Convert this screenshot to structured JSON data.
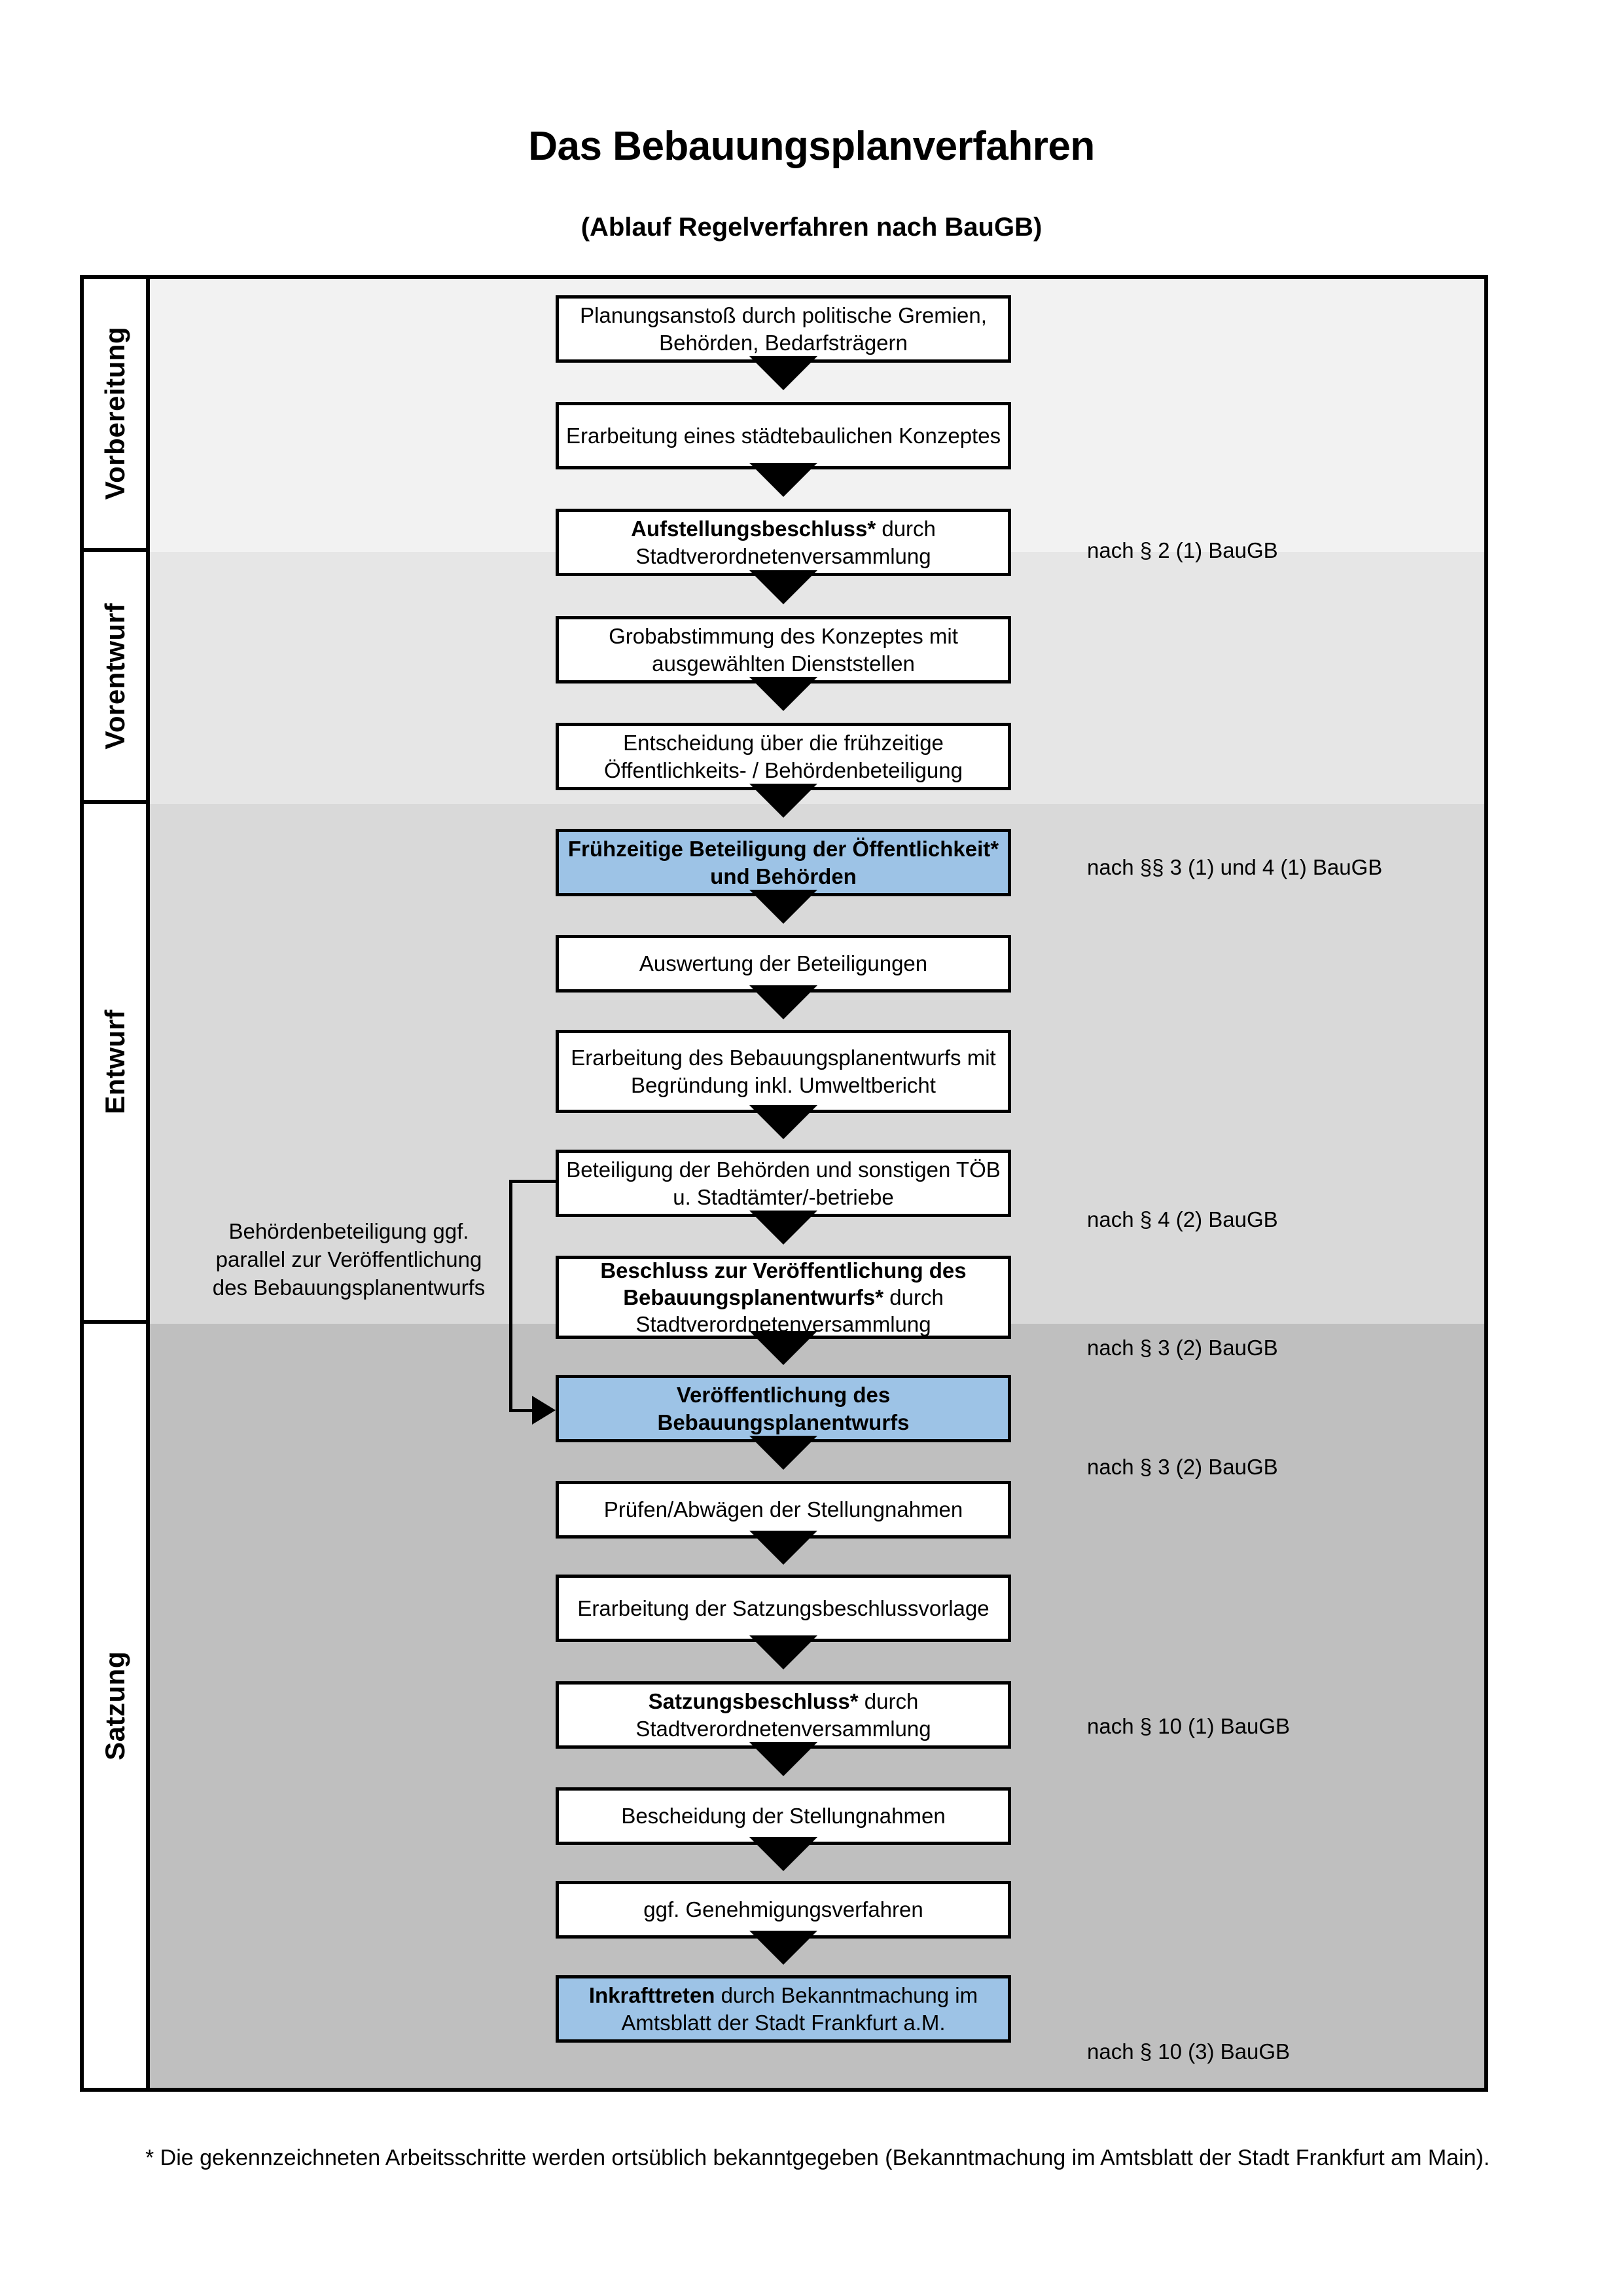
{
  "header": {
    "title": "Das Bebauungsplanverfahren",
    "subtitle": "(Ablauf Regelverfahren nach BauGB)"
  },
  "colors": {
    "highlight_box": "#9DC3E6",
    "band_vorbereitung": "#F2F2F2",
    "band_vorentwurf": "#E6E6E6",
    "band_entwurf": "#D9D9D9",
    "band_satzung": "#BFBFBF",
    "border": "#000000"
  },
  "phases": [
    {
      "label": "Vorbereitung"
    },
    {
      "label": "Vorentwurf"
    },
    {
      "label": "Entwurf"
    },
    {
      "label": "Satzung"
    }
  ],
  "steps": [
    {
      "id": "s1",
      "text": "Planungsanstoß durch politische Gremien, Behörden, Bedarfsträgern",
      "bold": "",
      "rest": "Planungsanstoß durch politische Gremien, Behörden, Bedarfsträgern",
      "highlighted": false
    },
    {
      "id": "s2",
      "text": "Erarbeitung eines städtebaulichen Konzeptes",
      "bold": "",
      "rest": "Erarbeitung eines städtebaulichen Konzeptes",
      "highlighted": false
    },
    {
      "id": "s3",
      "text": "Aufstellungsbeschluss* durch Stadtverordnetenversammlung",
      "bold": "Aufstellungsbeschluss*",
      "rest": " durch Stadtverordnetenversammlung",
      "highlighted": false
    },
    {
      "id": "s4",
      "text": "Grobabstimmung des Konzeptes mit ausgewählten Dienststellen",
      "bold": "",
      "rest": "Grobabstimmung des Konzeptes mit ausgewählten Dienststellen",
      "highlighted": false
    },
    {
      "id": "s5",
      "text": "Entscheidung über die frühzeitige Öffentlichkeits- / Behördenbeteiligung",
      "bold": "",
      "rest": "Entscheidung über die frühzeitige Öffentlichkeits- / Behördenbeteiligung",
      "highlighted": false
    },
    {
      "id": "s6",
      "text": "Frühzeitige Beteiligung der Öffentlichkeit* und Behörden",
      "bold": "Frühzeitige Beteiligung der Öffentlichkeit* und Behörden",
      "rest": "",
      "highlighted": true
    },
    {
      "id": "s7",
      "text": "Auswertung der Beteiligungen",
      "bold": "",
      "rest": "Auswertung der Beteiligungen",
      "highlighted": false
    },
    {
      "id": "s8",
      "text": "Erarbeitung des Bebauungsplanentwurfs mit Begründung inkl. Umweltbericht",
      "bold": "",
      "rest": "Erarbeitung des Bebauungsplanentwurfs mit Begründung inkl. Umweltbericht",
      "highlighted": false
    },
    {
      "id": "s9",
      "text": "Beteiligung der Behörden und sonstigen TÖB u. Stadtämter/-betriebe",
      "bold": "",
      "rest": "Beteiligung der Behörden und sonstigen TÖB u. Stadtämter/-betriebe",
      "highlighted": false
    },
    {
      "id": "s10",
      "text": "Beschluss zur Veröffentlichung des Bebauungsplanentwurfs* durch Stadtverordnetenversammlung",
      "bold": "Beschluss zur Veröffentlichung des Bebauungsplanentwurfs*",
      "rest": " durch Stadtverordnetenversammlung",
      "highlighted": false
    },
    {
      "id": "s11",
      "text": "Veröffentlichung des Bebauungsplanentwurfs",
      "bold": "Veröffentlichung des Bebauungsplanentwurfs",
      "rest": "",
      "highlighted": true
    },
    {
      "id": "s12",
      "text": "Prüfen/Abwägen der Stellungnahmen",
      "bold": "",
      "rest": "Prüfen/Abwägen der Stellungnahmen",
      "highlighted": false
    },
    {
      "id": "s13",
      "text": "Erarbeitung der Satzungsbeschlussvorlage",
      "bold": "",
      "rest": "Erarbeitung der Satzungsbeschlussvorlage",
      "highlighted": false
    },
    {
      "id": "s14",
      "text": "Satzungsbeschluss* durch Stadtverordnetenversammlung",
      "bold": "Satzungsbeschluss*",
      "rest": " durch Stadtverordnetenversammlung",
      "highlighted": false
    },
    {
      "id": "s15",
      "text": "Bescheidung der Stellungnahmen",
      "bold": "",
      "rest": "Bescheidung der Stellungnahmen",
      "highlighted": false
    },
    {
      "id": "s16",
      "text": "ggf. Genehmigungsverfahren",
      "bold": "",
      "rest": "ggf. Genehmigungsverfahren",
      "highlighted": false
    },
    {
      "id": "s17",
      "text": "Inkrafttreten durch Bekanntmachung im Amtsblatt der Stadt Frankfurt a.M.",
      "bold": "Inkrafttreten",
      "rest": " durch Bekanntmachung im Amtsblatt der Stadt Frankfurt a.M.",
      "highlighted": true
    }
  ],
  "legal_refs": [
    {
      "id": "r1",
      "text": "nach § 2 (1) BauGB"
    },
    {
      "id": "r2",
      "text": "nach §§ 3 (1) und 4 (1) BauGB"
    },
    {
      "id": "r3",
      "text": "nach § 4 (2) BauGB"
    },
    {
      "id": "r4",
      "text": "nach § 3 (2) BauGB"
    },
    {
      "id": "r5",
      "text": "nach § 3 (2) BauGB"
    },
    {
      "id": "r6",
      "text": "nach § 10 (1) BauGB"
    },
    {
      "id": "r7",
      "text": "nach § 10 (3) BauGB"
    }
  ],
  "side_note": "Behördenbeteiligung ggf. parallel zur Veröffentlichung des Bebauungsplanentwurfs",
  "footnote": "* Die gekennzeichneten Arbeitsschritte werden ortsüblich bekanntgegeben (Bekanntmachung im Amtsblatt  der Stadt Frankfurt am Main)."
}
